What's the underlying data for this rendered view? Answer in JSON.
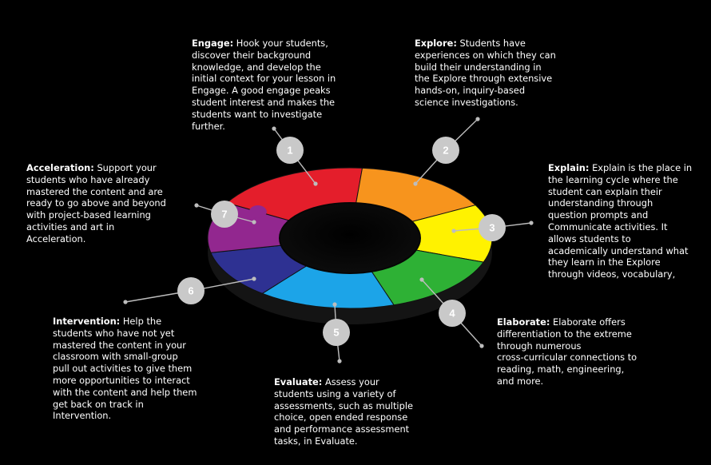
{
  "diagram": {
    "colors": {
      "background": "#000000",
      "text": "#ffffff",
      "badge": "#c9c9c9",
      "connector": "#bdbdbd"
    },
    "stages": [
      {
        "number": "1",
        "title": "Engage:",
        "text": "  Hook your students,\ndiscover their background\nknowledge, and develop the\ninitial context for your lesson in\nEngage. A good engage peaks\nstudent interest and makes the\nstudents want to investigate\nfurther.",
        "color": "#e41e2b"
      },
      {
        "number": "2",
        "title": "Explore:",
        "text": "  Students have\nexperiences on which they can\nbuild their understanding in\nthe Explore through extensive\nhands-on, inquiry-based\nscience investigations.",
        "color": "#f7941d"
      },
      {
        "number": "3",
        "title": "Explain:",
        "text": "  Explain is the place in\nthe learning cycle where the\nstudent can explain their\nunderstanding through\nquestion prompts and\nCommunicate activities. It\nallows students to\nacademically understand what\nthey learn in the Explore\nthrough videos, vocabulary,",
        "color": "#fff200"
      },
      {
        "number": "4",
        "title": "Elaborate:",
        "text": "  Elaborate offers\ndifferentiation to the extreme\nthrough numerous\ncross-curricular connections to\nreading, math, engineering,\nand more.",
        "color": "#2eb135"
      },
      {
        "number": "5",
        "title": "Evaluate:",
        "text": "  Assess your\nstudents using a variety of\nassessments, such as multiple\nchoice, open ended response\nand performance assessment\ntasks, in Evaluate.",
        "color": "#1ca4e8"
      },
      {
        "number": "6",
        "title": "Intervention:",
        "text": "  Help the\nstudents who have not yet\nmastered the content in your\nclassroom with small-group\npull out activities to give them\nmore opportunities to interact\nwith the content and help them\nget back on track in\nIntervention.",
        "color": "#2e3192"
      },
      {
        "number": "7",
        "title": "Acceleration:",
        "text": "  Support your\nstudents who have already\nmastered the content and are\nready to go above and beyond\nwith project-based learning\nactivities and art in\nAcceleration.",
        "color": "#92278f"
      }
    ]
  }
}
